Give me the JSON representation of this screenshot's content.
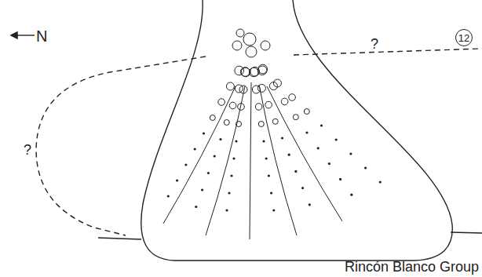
{
  "diagram": {
    "labels": [
      "N",
      "?",
      "12",
      "?",
      "Rincón Blanco Group"
    ]
  }
}
